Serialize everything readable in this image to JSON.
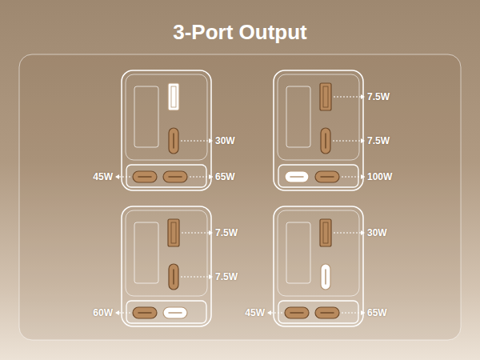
{
  "diagram": {
    "title": "3-Port Output",
    "labels": [
      "30W",
      "45W",
      "65W",
      "7.5W",
      "7.5W",
      "100W",
      "7.5W",
      "7.5W",
      "60W",
      "30W",
      "45W",
      "65W"
    ]
  }
}
